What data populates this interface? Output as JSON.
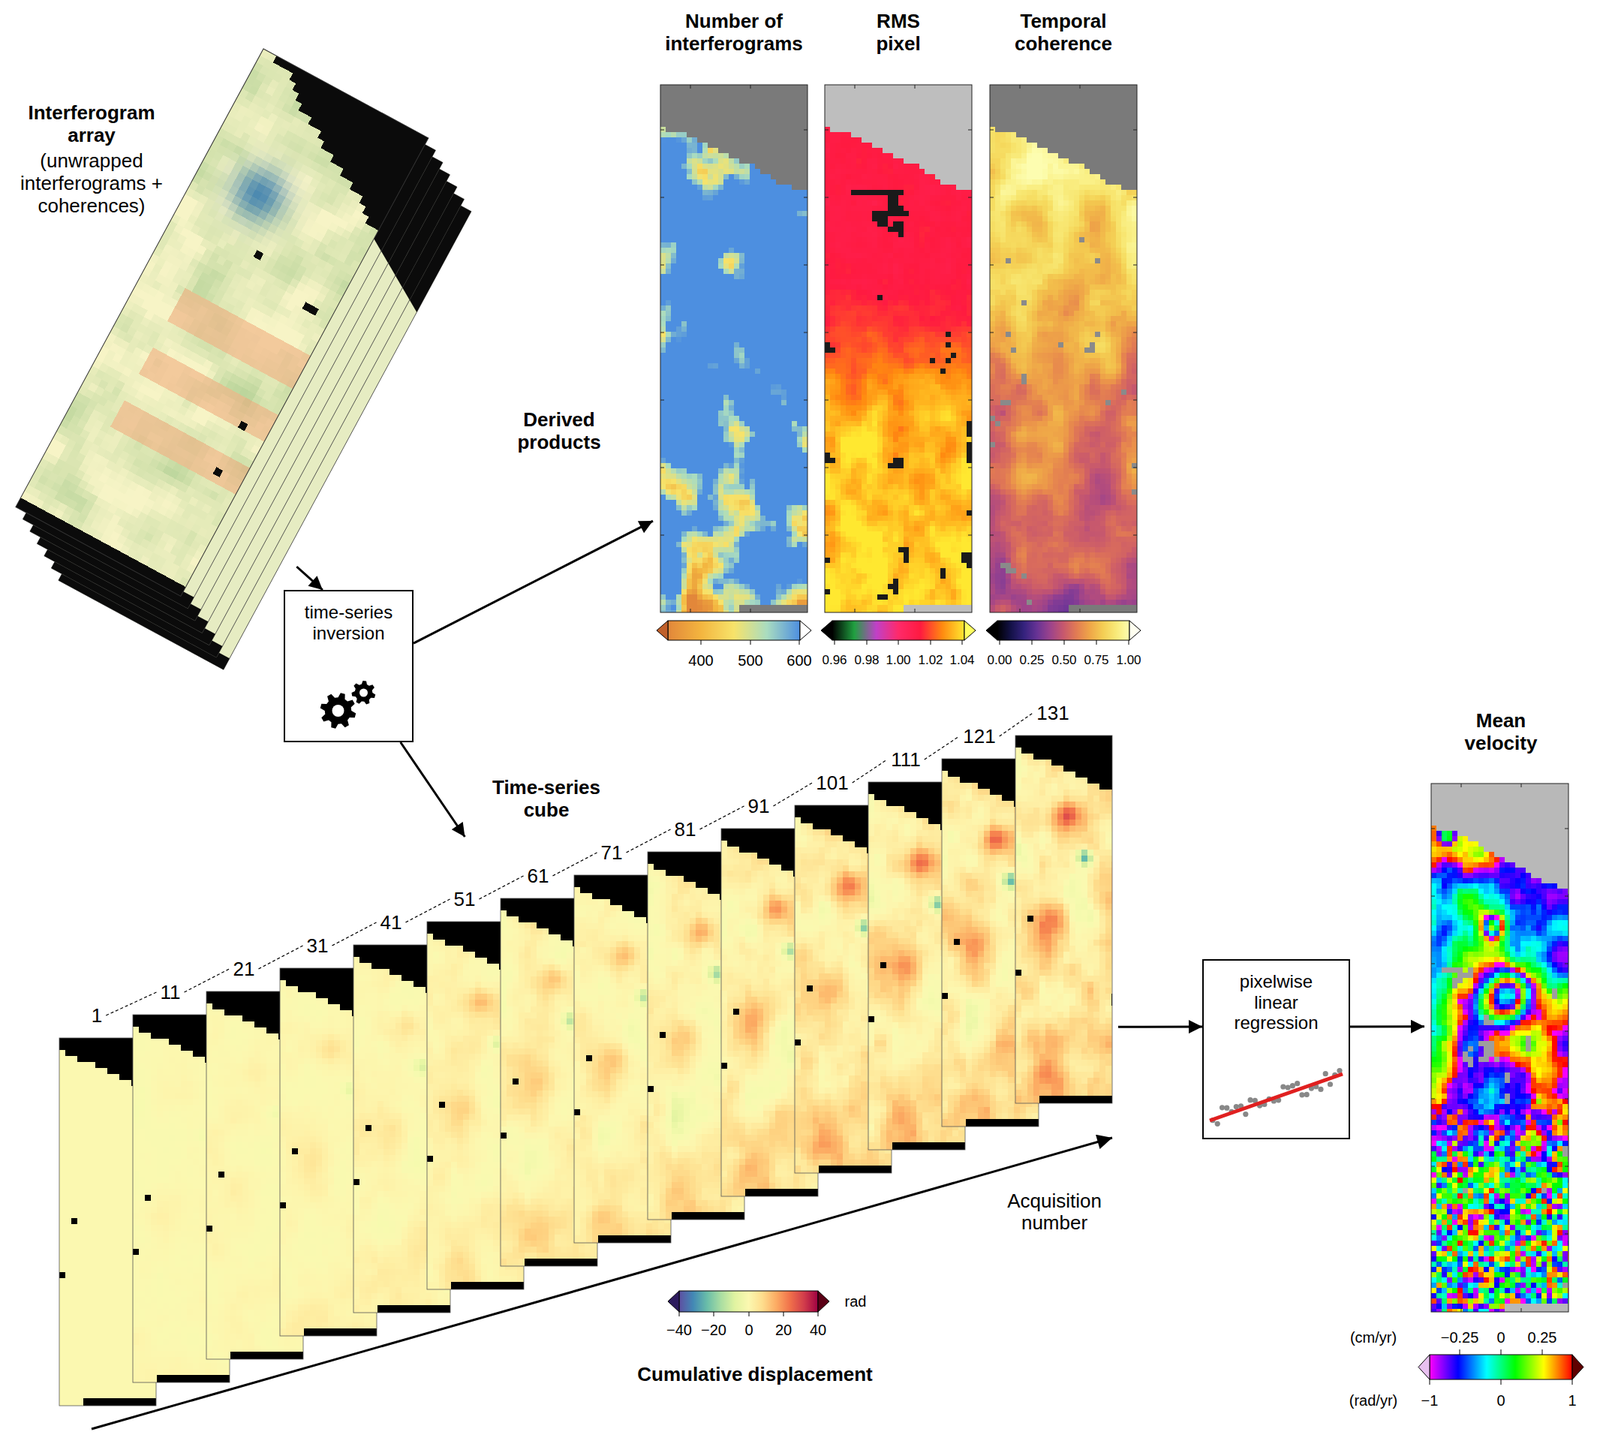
{
  "diagram": {
    "nodes": [
      {
        "text": [
          "Interferogram array",
          "(unwrapped interferograms + coherences)"
        ]
      },
      {
        "text": [
          "time-series inversion"
        ]
      },
      {
        "text": [
          "Number of interferograms"
        ]
      },
      {
        "text": [
          "RMS pixel"
        ]
      },
      {
        "text": [
          "Temporal coherence"
        ]
      },
      {
        "text": [
          "Cumulative displacement"
        ]
      },
      {
        "text": [
          "pixelwise linear regression"
        ]
      },
      {
        "text": [
          "Mean velocity"
        ]
      }
    ],
    "edges": [
      {
        "from": 0,
        "to": 1,
        "arrow": "to"
      },
      {
        "from": 1,
        "to": 2,
        "arrow": "to",
        "label": "Derived products"
      },
      {
        "from": 1,
        "to": 5,
        "arrow": "to",
        "label": "Time-series cube"
      },
      {
        "from": 5,
        "to": 6,
        "arrow": "to"
      },
      {
        "from": 6,
        "to": 7,
        "arrow": "to"
      }
    ],
    "labels": [
      "1",
      "11",
      "21",
      "31",
      "41",
      "51",
      "61",
      "71",
      "81",
      "91",
      "101",
      "111",
      "121",
      "131",
      "Acquisition number",
      "400",
      "500",
      "600",
      "0.96",
      "0.98",
      "1.00",
      "1.02",
      "1.04",
      "0.00",
      "0.25",
      "0.50",
      "0.75",
      "1.00",
      "−40",
      "−20",
      "0",
      "20",
      "40",
      "rad",
      "(cm/yr)",
      "−0.25",
      "0",
      "0.25",
      "(rad/yr)",
      "−1",
      "0",
      "1"
    ]
  }
}
